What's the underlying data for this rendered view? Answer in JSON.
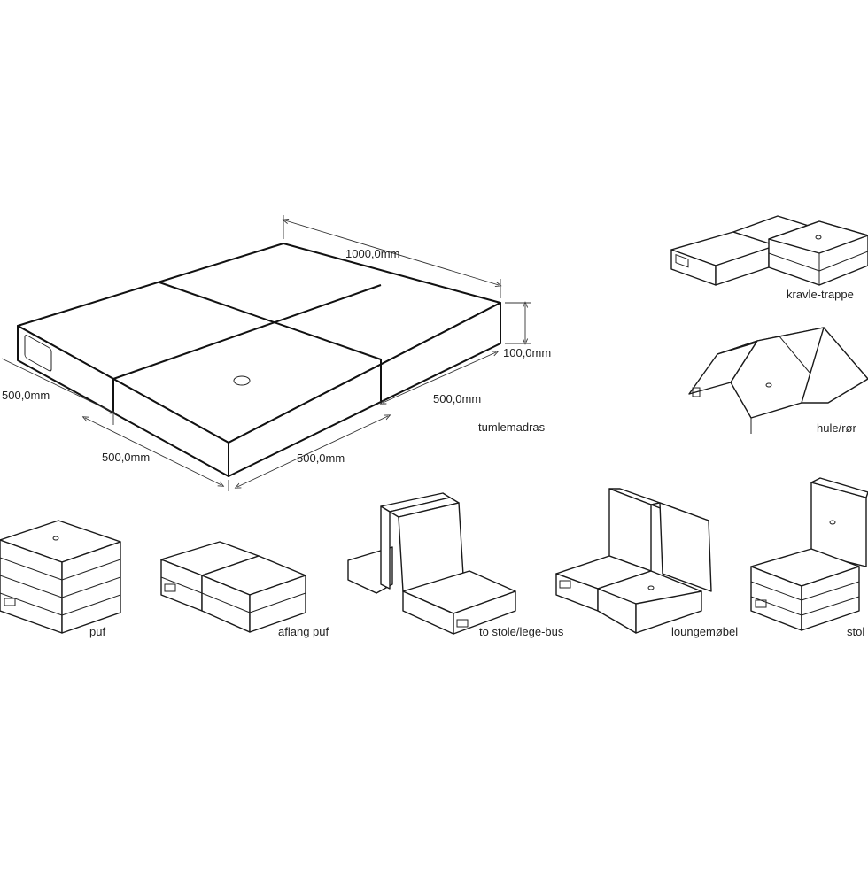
{
  "colors": {
    "line": "#1a1a1a",
    "background": "#ffffff"
  },
  "main": {
    "label": "tumlemadras",
    "dimensions": {
      "length": "1000,0mm",
      "height": "100,0mm",
      "left_side": "500,0mm",
      "front_left": "500,0mm",
      "front_right": "500,0mm",
      "right_side": "500,0mm"
    }
  },
  "configurations": [
    {
      "id": "kravle-trappe",
      "label": "kravle-trappe"
    },
    {
      "id": "hule-ror",
      "label": "hule/rør"
    },
    {
      "id": "puf",
      "label": "puf"
    },
    {
      "id": "aflang-puf",
      "label": "aflang puf"
    },
    {
      "id": "to-stole",
      "label": "to stole/lege-bus"
    },
    {
      "id": "loungemobel",
      "label": "loungemøbel"
    },
    {
      "id": "stol",
      "label": "stol"
    }
  ]
}
